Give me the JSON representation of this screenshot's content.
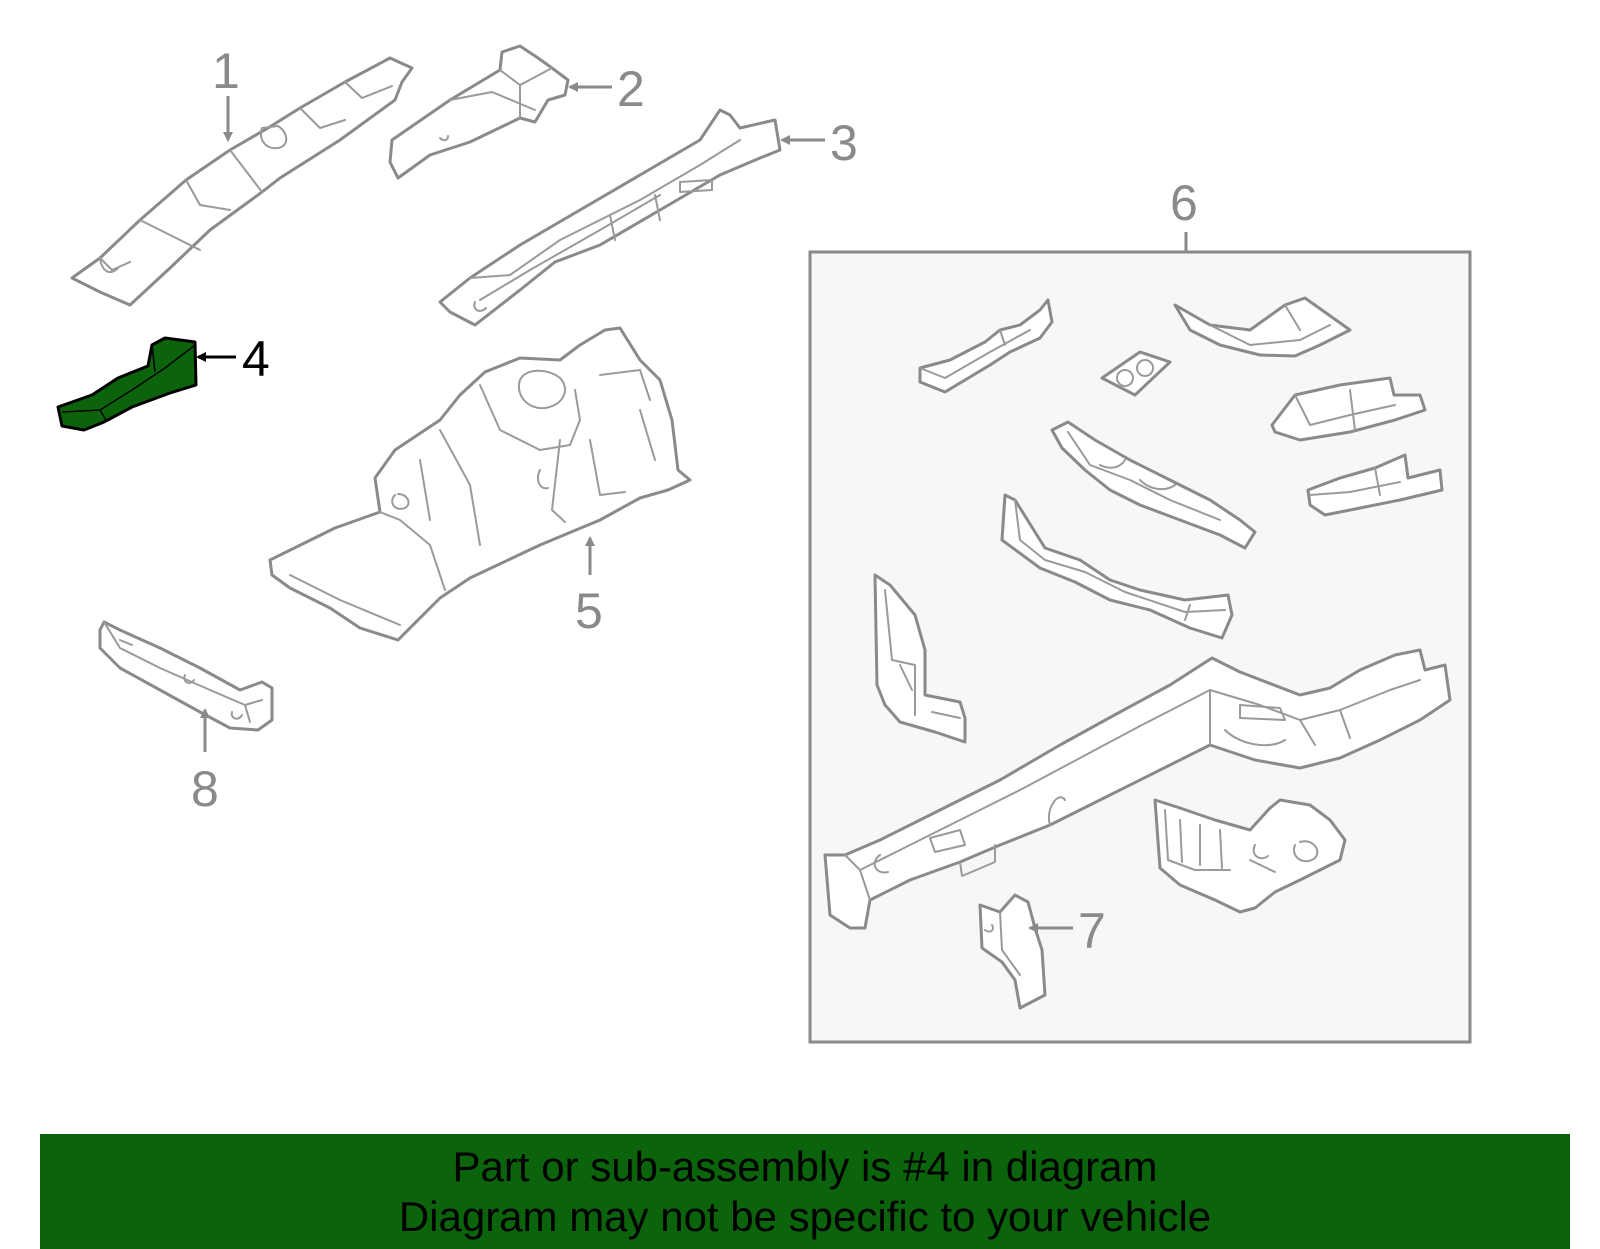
{
  "callouts": {
    "c1": "1",
    "c2": "2",
    "c3": "3",
    "c4": "4",
    "c5": "5",
    "c6": "6",
    "c7": "7",
    "c8": "8"
  },
  "highlight": {
    "part": "4",
    "color": "#0b640b"
  },
  "colors": {
    "line": "#8a8a8a",
    "box_fill": "#f7f7f7",
    "banner": "#0b640b"
  },
  "banner": {
    "line1": "Part or sub-assembly is #4 in diagram",
    "line2": "Diagram may not be specific to your vehicle"
  }
}
